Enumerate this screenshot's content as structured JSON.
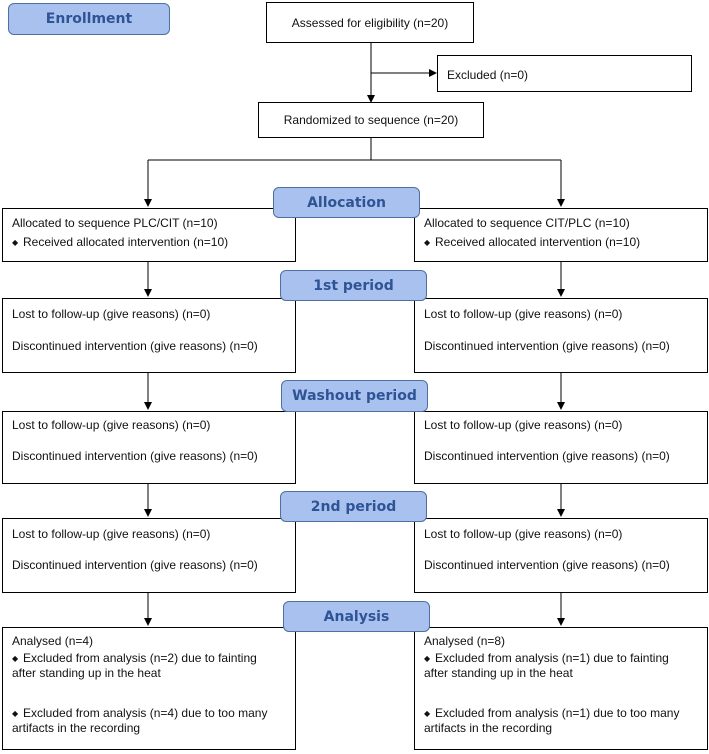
{
  "stages": {
    "enrollment": "Enrollment",
    "allocation": "Allocation",
    "first_period": "1st period",
    "washout": "Washout period",
    "second_period": "2nd period",
    "analysis": "Analysis"
  },
  "assessed": "Assessed for eligibility (n=20)",
  "excluded": "Excluded (n=0)",
  "randomized": "Randomized to sequence (n=20)",
  "bullet": "◆",
  "left": {
    "allocated": "Allocated to sequence PLC/CIT (n=10)",
    "received": "Received allocated intervention (n=10)",
    "p1_lost": "Lost to follow-up (give reasons) (n=0)",
    "p1_disc": "Discontinued intervention (give reasons) (n=0)",
    "wo_lost": "Lost to follow-up (give reasons) (n=0)",
    "wo_disc": "Discontinued intervention (give reasons) (n=0)",
    "p2_lost": "Lost to follow-up (give reasons) (n=0)",
    "p2_disc": "Discontinued intervention (give reasons) (n=0)",
    "analysed": "Analysed (n=4)",
    "excl1": "Excluded from analysis (n=2) due to fainting after standing up in the heat",
    "excl2": "Excluded from analysis (n=4) due to too many artifacts in the recording"
  },
  "right": {
    "allocated": "Allocated to sequence CIT/PLC (n=10)",
    "received": "Received allocated intervention (n=10)",
    "p1_lost": "Lost to follow-up (give reasons) (n=0)",
    "p1_disc": "Discontinued intervention (give reasons) (n=0)",
    "wo_lost": "Lost to follow-up (give reasons) (n=0)",
    "wo_disc": "Discontinued intervention (give reasons) (n=0)",
    "p2_lost": "Lost to follow-up (give reasons) (n=0)",
    "p2_disc": "Discontinued intervention (give reasons) (n=0)",
    "analysed": "Analysed (n=8)",
    "excl1": "Excluded from analysis (n=1) due to fainting after standing up in the heat",
    "excl2": "Excluded from analysis (n=1) due to too many artifacts in the recording"
  }
}
